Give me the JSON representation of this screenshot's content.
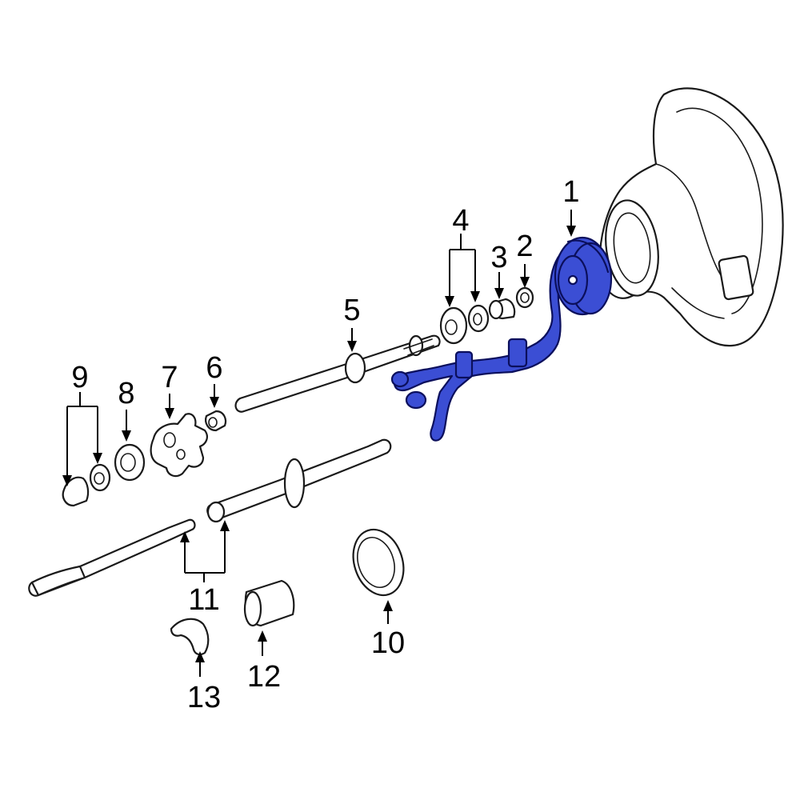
{
  "colors": {
    "highlight": "#3b4ed4",
    "highlight_dark": "#1f2a9a",
    "outline": "#1a1a1a",
    "background": "#ffffff"
  },
  "parts": [
    {
      "id": "1",
      "label": "1"
    },
    {
      "id": "2",
      "label": "2"
    },
    {
      "id": "3",
      "label": "3"
    },
    {
      "id": "4",
      "label": "4"
    },
    {
      "id": "5",
      "label": "5"
    },
    {
      "id": "6",
      "label": "6"
    },
    {
      "id": "7",
      "label": "7"
    },
    {
      "id": "8",
      "label": "8"
    },
    {
      "id": "9",
      "label": "9"
    },
    {
      "id": "10",
      "label": "10"
    },
    {
      "id": "11",
      "label": "11"
    },
    {
      "id": "12",
      "label": "12"
    },
    {
      "id": "13",
      "label": "13"
    }
  ],
  "highlighted_part": "1"
}
